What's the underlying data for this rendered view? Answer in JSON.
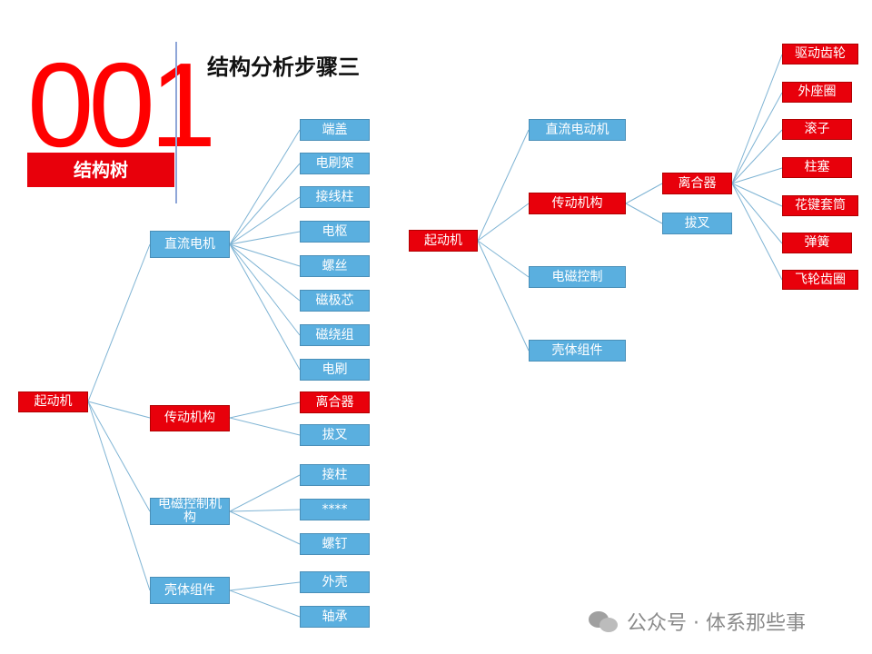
{
  "header": {
    "number": "001",
    "tag": "结构树",
    "title": "结构分析步骤三"
  },
  "tree_left": {
    "root": "起动机",
    "groups": [
      {
        "label": "直流电机",
        "children": [
          "端盖",
          "电刷架",
          "接线柱",
          "电枢",
          "螺丝",
          "磁极芯",
          "磁绕组",
          "电刷"
        ]
      },
      {
        "label": "传动机构",
        "children": [
          "离合器",
          "拔叉"
        ]
      },
      {
        "label": "电磁控制机构",
        "children": [
          "接柱",
          "****",
          "螺钉"
        ]
      },
      {
        "label": "壳体组件",
        "children": [
          "外壳",
          "轴承"
        ]
      }
    ]
  },
  "tree_right": {
    "root": "起动机",
    "groups": [
      "直流电动机",
      "传动机构",
      "电磁控制",
      "壳体组件"
    ],
    "sub": [
      "离合器",
      "拔叉"
    ],
    "leaves": [
      "驱动齿轮",
      "外座圈",
      "滚子",
      "柱塞",
      "花键套筒",
      "弹簧",
      "飞轮齿圈"
    ]
  },
  "watermark": {
    "text": "公众号 · 体系那些事",
    "icon": "wechat-icon"
  },
  "colors": {
    "accent_red": "#e8000b",
    "node_blue": "#5aafdf",
    "line": "#7fb4d4"
  }
}
